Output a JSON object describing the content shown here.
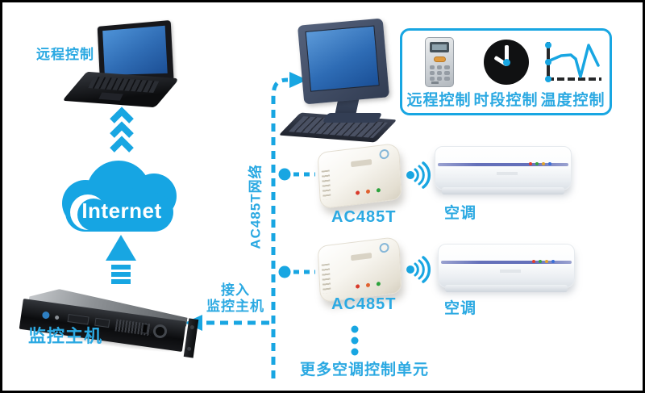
{
  "colors": {
    "accent": "#18a6e2",
    "label_blue": "#2ba9e2",
    "border": "#000000",
    "cloud": "#16a5e3"
  },
  "labels": {
    "remote_control": "远程控制",
    "internet": "Internet",
    "monitor_host": "监控主机",
    "network_line": "AC485T网络",
    "connect_line1": "接入",
    "connect_line2": "监控主机",
    "more_units": "更多空调控制单元"
  },
  "units": [
    {
      "controller": "AC485T",
      "aircon": "空调"
    },
    {
      "controller": "AC485T",
      "aircon": "空调"
    }
  ],
  "features_box": {
    "items": [
      {
        "icon": "remote-handset-icon",
        "label": "远程控制"
      },
      {
        "icon": "clock-icon",
        "label": "时段控制"
      },
      {
        "icon": "temperature-chart-icon",
        "label": "温度控制"
      }
    ]
  }
}
